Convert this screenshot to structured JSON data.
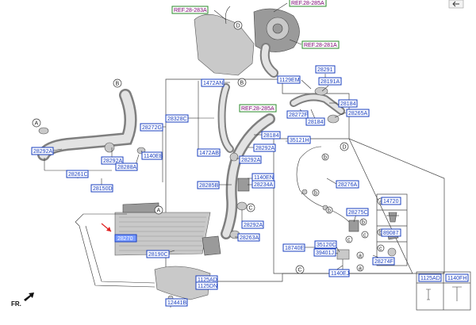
{
  "labels": {
    "ref_28_283a": "REF.28-283A",
    "ref_28_285a_top": "REF.28-285A",
    "ref_28_281a": "REF.28-281A",
    "ref_28_285a_mid": "REF.28-285A",
    "p28291": "28291",
    "p1129em": "1129EM",
    "p28191a": "28191A",
    "p1472an": "1472AN",
    "p28184_a": "28184",
    "p28272f": "28272F",
    "p28184_b": "28184",
    "p28265a": "28265A",
    "p28328c": "28328C",
    "p28272g": "28272G",
    "p28184_c": "28184",
    "p1472ab": "1472AB",
    "p28292a_a": "28292A",
    "p28292a_b": "28292A",
    "p1140eb": "1140EB",
    "p28288a": "28288A",
    "p28261c": "28261C",
    "p28150d": "28150D",
    "p28292a_c": "28292A",
    "p28285b": "28285B",
    "p1140en": "1140EN",
    "p28234a": "28234A",
    "p28292a_d": "28292A",
    "p28263a": "28263A",
    "p35121h": "35121H",
    "p28276a": "28276A",
    "p28275c": "28275C",
    "p18740e": "18740E",
    "p35120c": "35120C",
    "p39401j": "39401J",
    "p1140ej": "1140EJ",
    "p28274f": "28274F",
    "p28270": "28270",
    "p28190c": "28190C",
    "p1125ad_a": "1125AD",
    "p1125dn": "1125DN",
    "p12441b": "12441B",
    "p14720": "14720",
    "p89087": "89087",
    "p1125ad_b": "1125AD",
    "p1140fh": "1140FH"
  },
  "callouts": {
    "a": "a",
    "b": "b",
    "c": "c",
    "A": "A",
    "B": "B",
    "C": "C",
    "D": "D"
  },
  "orientation": "FR.",
  "icons": [
    "arrow-icon",
    "front-arrow-icon"
  ],
  "colors": {
    "part_label": "#1a3fbf",
    "highlight_fill": "#7a9cff",
    "ref_text": "#7a0070",
    "pointer_arrow": "#e02020"
  }
}
